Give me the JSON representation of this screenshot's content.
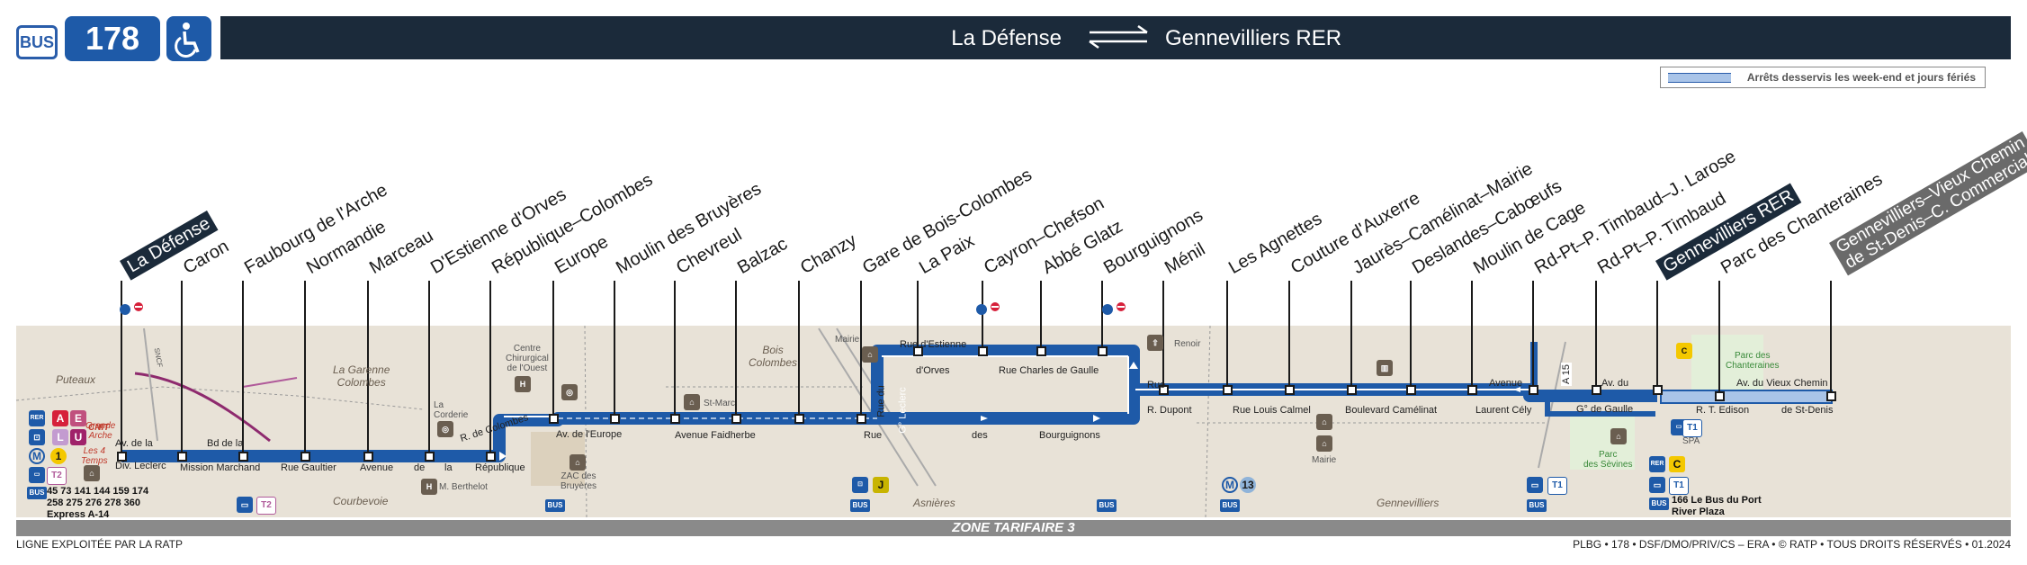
{
  "header": {
    "mode_label": "BUS",
    "line_number": "178",
    "from": "La Défense",
    "to": "Gennevilliers RER",
    "accessibility_icon": "wheelchair-icon",
    "direction_icon": "two-way-arrow-icon"
  },
  "legend": {
    "label": "Arrêts desservis les week-end et jours fériés"
  },
  "stops": [
    {
      "name": "La Défense",
      "terminus": true
    },
    {
      "name": "Caron"
    },
    {
      "name": "Faubourg de l'Arche"
    },
    {
      "name": "Normandie"
    },
    {
      "name": "Marceau"
    },
    {
      "name": "D'Estienne d'Orves"
    },
    {
      "name": "République–Colombes"
    },
    {
      "name": "Europe"
    },
    {
      "name": "Moulin des Bruyères"
    },
    {
      "name": "Chevreul"
    },
    {
      "name": "Balzac"
    },
    {
      "name": "Chanzy"
    },
    {
      "name": "Gare de Bois-Colombes"
    },
    {
      "name": "La Paix"
    },
    {
      "name": "Cayron–Chefson"
    },
    {
      "name": "Abbé Glatz"
    },
    {
      "name": "Bourguignons"
    },
    {
      "name": "Ménil"
    },
    {
      "name": "Les Agnettes"
    },
    {
      "name": "Couture d'Auxerre"
    },
    {
      "name": "Jaurès–Camélinat–Mairie"
    },
    {
      "name": "Deslandes–Cabœufs"
    },
    {
      "name": "Moulin de Cage"
    },
    {
      "name": "Rd-Pt–P. Timbaud–J. Larose"
    },
    {
      "name": "Rd-Pt–P. Timbaud"
    },
    {
      "name": "Gennevilliers RER",
      "terminus": true
    },
    {
      "name": "Parc des Chanteraines"
    },
    {
      "name": "Gennevilliers–Vieux Chemin\nde St-Denis–C. Commercial",
      "weekend": true
    }
  ],
  "roads": {
    "r1a": "Av. de la",
    "r1b": "Div. Leclerc",
    "r2a": "Bd de la",
    "r2b": "Mission Marchand",
    "r3": "Rue Gaultier",
    "r4a": "Avenue",
    "r4b": "de",
    "r4c": "la",
    "r5a": "R. de Colombes",
    "r5b": "République",
    "r6": "Av. de l'Europe",
    "r7": "Avenue Faidherbe",
    "r8a": "Rue du",
    "r8b": "Rue",
    "r8c": "G° Leclerc",
    "r9a": "Rue d'Estienne",
    "r9b": "d'Orves",
    "r10": "Rue Charles de Gaulle",
    "r11": "des",
    "r12": "Bourguignons",
    "r13a": "Rue",
    "r13b": "R. Dupont",
    "r14": "Rue Louis Calmel",
    "r15": "Boulevard Camélinat",
    "r16a": "Avenue",
    "r16b": "Laurent Cély",
    "r17a": "Av. du",
    "r17b": "G° de Gaulle",
    "r18": "R. T. Edison",
    "r19a": "Av. du Vieux Chemin",
    "r19b": "de St-Denis",
    "a15": "A 15"
  },
  "places": {
    "puteaux": "Puteaux",
    "garenne": "La Garenne\nColombes",
    "courbevoie": "Courbevoie",
    "bois_colombes": "Bois\nColombes",
    "asnieres": "Asnières",
    "gennevilliers": "Gennevilliers",
    "cnit": "CNIT",
    "grande_arche": "Grande\nArche",
    "quatre_temps": "Les 4\nTemps",
    "corderie": "La\nCorderie",
    "centre_chir": "Centre\nChirurgical\nde l'Ouest",
    "berthelot": "M. Berthelot",
    "zac": "ZAC des\nBruyères",
    "st_marc": "St-Marc",
    "mairie1": "Mairie",
    "renoir": "Renoir",
    "mairie2": "Mairie",
    "parc_sevines": "Parc\ndes Sèvines",
    "parc_chant": "Parc des\nChanteraines",
    "spa": "SPA",
    "sncf": "SNCF"
  },
  "connections": {
    "defense_bus": "45 73 141 144 159 174\n258 275 276 278 360\nExpress A-14",
    "riverplaza": "166 Le Bus du Port\nRiver Plaza",
    "metro13": "13",
    "rer_a": "A",
    "rer_e": "E",
    "rer_l": "L",
    "rer_u": "U",
    "metro1": "1",
    "t2": "T2",
    "t1": "T1",
    "c": "C",
    "j": "J",
    "m": "M",
    "rer": "RER",
    "bus": "BUS"
  },
  "zone": "ZONE TARIFAIRE 3",
  "footer": {
    "left": "LIGNE EXPLOITÉE PAR LA RATP",
    "right": "PLBG • 178 • DSF/DMO/PRIV/CS – ERA • © RATP • TOUS DROITS RÉSERVÉS • 01.2024"
  },
  "colors": {
    "line": "#1e5aa8",
    "weekend": "#a9c4e8",
    "header_bar": "#1b2a3a",
    "map_bg": "#e8e2d7",
    "zone_bar": "#8a8a8a"
  }
}
